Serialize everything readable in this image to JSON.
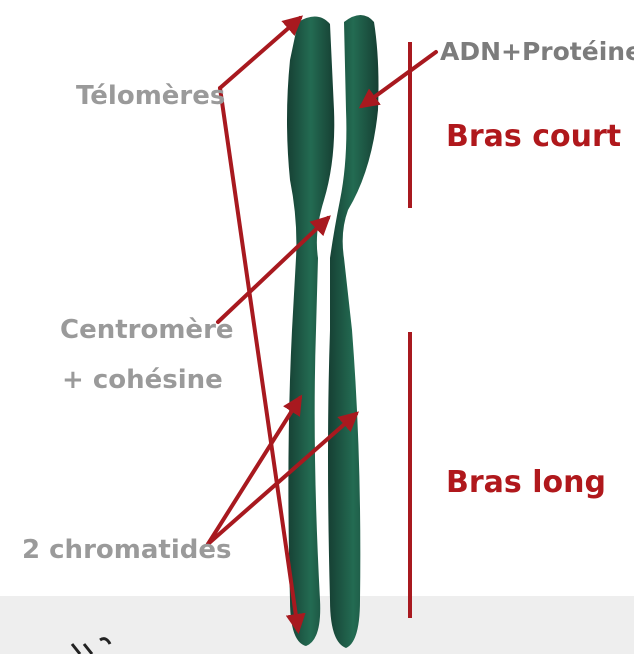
{
  "labels": {
    "telomeres": "Télomères",
    "centromere_line1": "Centromère",
    "centromere_line2": "+ cohésine",
    "chromatides": "2 chromatides",
    "adn_proteines": "ADN+Protéines",
    "bras_court": "Bras court",
    "bras_long": "Bras long"
  },
  "colors": {
    "chromosome": "#1b5a45",
    "arrow": "#a8191f",
    "label_grey": "#9a9a9a",
    "label_red": "#b0181c",
    "bottom_band": "#eeeeee"
  }
}
